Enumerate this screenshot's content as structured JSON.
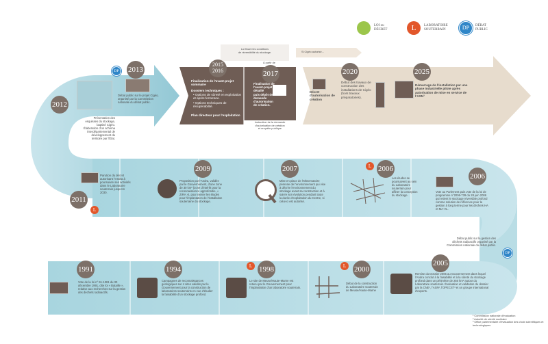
{
  "legend": {
    "loi": "LOI ou\nDÉCRET",
    "lab_letter": "L",
    "lab": "LABORATOIRE\nSOUTERRAIN",
    "dp_letter": "DP",
    "dp": "DÉBAT\nPUBLIC"
  },
  "colors": {
    "path_light": "#b9dde5",
    "path_mid": "#8fc6d3",
    "path_dark": "#6f5d55",
    "path_tan": "#e7dccd",
    "year_circle": "#7d7068",
    "dp_blue": "#2f86c8",
    "lab_orange": "#e2572b",
    "loi_green": "#9cc64b"
  },
  "top_note_1": "Loi fixant les conditions\nde réversibilité du stockage.",
  "top_note_2": "Si Cigéo autorisé…",
  "bottom_note_2015": "Instruction de la demande\nd'autorisation de création\net enquête publique",
  "events": {
    "e2012": {
      "year": "2012",
      "text": "Présentation des esquisses du stockage, baptisé Cigéo.\nÉlaboration d'un schéma interdépartemental de développement du territoire par l'État."
    },
    "e2013": {
      "year": "2013",
      "badge": "DP",
      "text": "Débat public sur le projet Cigéo, organisé par la Commission nationale du débat public."
    },
    "e2015": {
      "year": "2015\n2016",
      "title": "Finalisation de l'avant-projet sommaire",
      "sub": "Dossiers techniques :",
      "b1": "• Options de sûreté en exploitation et après fermeture.",
      "b2": "• Options techniques de récupérabilité.",
      "plan": "Plan directeur pour l'exploitation"
    },
    "e2017": {
      "prefix": "À partir de",
      "year": "2017",
      "text": "Finalisation de l'avant-projet détaillé\npuis dépôt de la demande d'autorisation de création."
    },
    "e2020": {
      "year": "2020",
      "left": "Décret d'autorisation de création",
      "text": "Début des travaux de construction des installations de Cigéo (hors travaux préparatoires)."
    },
    "e2025": {
      "year": "2025",
      "text": "Démarrage de l'installation par une phase industrielle pilote après autorisation de mise en service de l'ASN³"
    },
    "e2011": {
      "year": "2011",
      "badge": "L",
      "text": "Parution du décret autorisant l'Andra à poursuivre ses activités dans le Laboratoire souterrain jusqu'en 2030."
    },
    "e2009": {
      "year": "2009",
      "text": "Proposition par l'Andra, validée par le Gouvernement, d'une zone de 30 km² (zone d'intérêt pour la reconnaissance approfondie, « ZIRA »), pour mener les études pour l'implantation de l'installation souterraine du stockage."
    },
    "e2007": {
      "year": "2007",
      "text": "Mise en place de l'Observatoire pérenne de l'environnement qui vise à décrire l'environnement du stockage avant sa construction et à suivre son évolution pendant toute la durée d'exploitation du Centre, si celui-ci est autorisé."
    },
    "e2006a": {
      "year": "2006",
      "badge": "L",
      "text": "Les études se poursuivent au sein du Laboratoire souterrain pour affiner la conception du stockage."
    },
    "e2006b": {
      "year": "2006",
      "text": "Vote au Parlement puis vote de la loi de programme n°2006-739 du 28 juin 2006 qui retient le stockage réversible profond comme solution de référence pour la gestion à long terme pour les déchets HA et MA-VL."
    },
    "e2005": {
      "year": "2005",
      "badge": "DP",
      "dp_text": "Débat public sur la gestion des déchets radioactifs organisé par la Commission nationale du débat public.",
      "text": "Remise du Dossier 2005 au Gouvernement dans lequel l'Andra conclut à la faisabilité et à la sûreté du stockage profond dans un périmètre de 250 km² autour du Laboratoire souterrain. Évaluation et validation du dossier par la CNE¹, l'ASN², l'OPECST³ et un groupe international d'experts."
    },
    "e2000": {
      "year": "2000",
      "badge": "L",
      "text": "Début de la construction du Laboratoire souterrain de Meuse/Haute-Marne"
    },
    "e1998": {
      "year": "1998",
      "badge": "L",
      "text": "Le site de Meuse/Haute-Marne est retenu par le Gouvernement pour l'implantation d'un laboratoire souterrain."
    },
    "e1994": {
      "year": "1994",
      "text": "Campagnes de reconnaissances géologiques sur 4 sites validés par le Gouvernement pour la construction de laboratoires souterrains en vue d'étudier la faisabilité d'un stockage profond."
    },
    "e1991": {
      "year": "1991",
      "text": "Vote de la loi n° 91-1381 du 30 décembre 1991, dite loi « Bataille », relative aux recherches sur la gestion des déchets radioactifs."
    }
  },
  "footnotes": "¹ Commission nationale d'évaluation\n² Autorité de sûreté nucléaire\n³ Office parlementaire d'évaluation des choix scientifiques et technologiques"
}
